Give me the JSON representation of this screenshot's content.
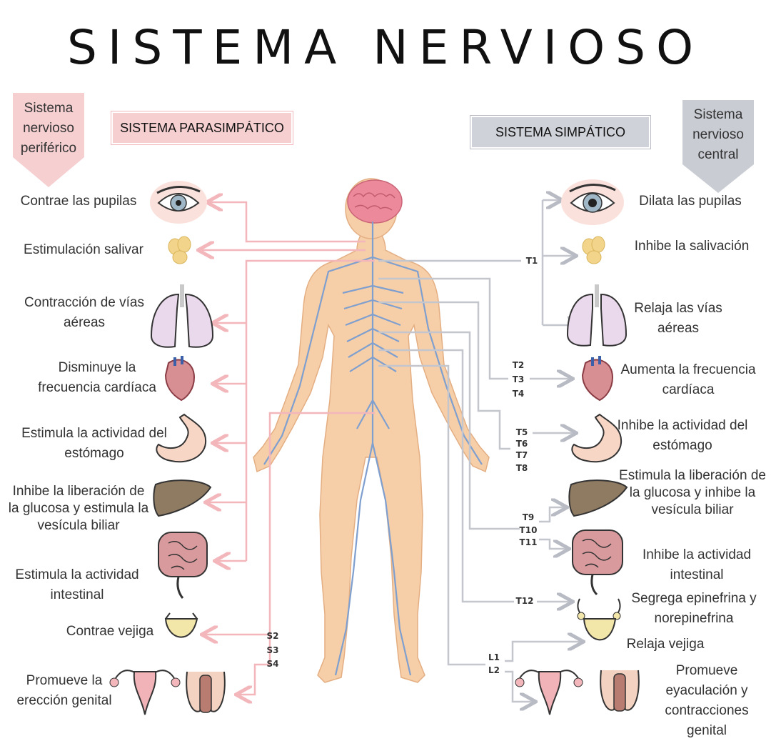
{
  "title": "SISTEMA NERVIOSO",
  "left_tag": "Sistema nervioso periférico",
  "right_tag": "Sistema nervioso central",
  "parasympathetic": {
    "header": "SISTEMA PARASIMPÁTICO",
    "effects": [
      "Contrae las pupilas",
      "Estimulación salivar",
      "Contracción de vías aéreas",
      "Disminuye la frecuencia cardíaca",
      "Estimula la actividad del estómago",
      "Inhibe la liberación de la glucosa y estimula la vesícula biliar",
      "Estimula  la actividad intestinal",
      "Contrae vejiga",
      "Promueve la erección genital"
    ],
    "segments": [
      "S2",
      "S3",
      "S4"
    ]
  },
  "sympathetic": {
    "header": "SISTEMA SIMPÁTICO",
    "effects": [
      "Dilata las pupilas",
      "Inhibe la salivación",
      "Relaja las vías aéreas",
      "Aumenta la frecuencia cardíaca",
      "Inhibe la actividad del estómago",
      "Estimula la liberación de la glucosa y inhibe la vesícula biliar",
      "Inhibe la actividad intestinal",
      "Segrega epinefrina y norepinefrina",
      "Relaja vejiga",
      "Promueve eyaculación y contracciones genital"
    ],
    "segments": {
      "t1": "T1",
      "heart": [
        "T2",
        "T3",
        "T4"
      ],
      "stomach": [
        "T5",
        "T6",
        "T7",
        "T8"
      ],
      "liver": [
        "T9",
        "T10",
        "T11"
      ],
      "adrenal": "T12",
      "lumbar": [
        "L1",
        "L2"
      ]
    }
  },
  "colors": {
    "parasympathetic": "#f4c6c9",
    "sympathetic": "#c8cad1",
    "skin": "#f6cfa8",
    "nerves": "#7f9fcf",
    "brain": "#ec8a9c"
  }
}
